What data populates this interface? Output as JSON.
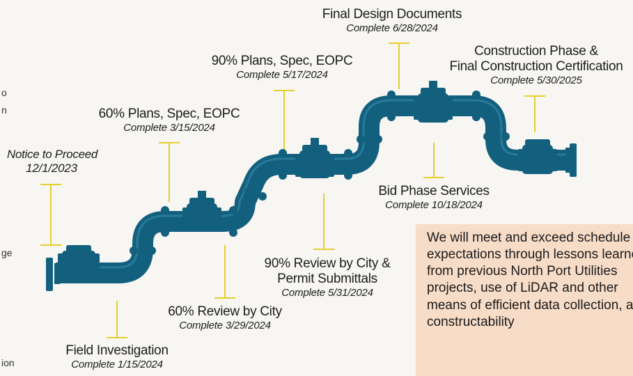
{
  "colors": {
    "pipe": "#13607e",
    "pipe_highlight": "#3c8fb0",
    "leader": "#e5cf2e",
    "callout_bg": "#f7dcc8"
  },
  "left_edge_fragments": [
    "o",
    "n",
    "ge",
    "ion"
  ],
  "milestones": [
    {
      "id": "notice",
      "title": "Notice to Proceed",
      "date": "12/1/2023"
    },
    {
      "id": "field",
      "title": "Field Investigation",
      "date": "Complete 1/15/2024"
    },
    {
      "id": "p60",
      "title": "60% Plans, Spec, EOPC",
      "date": "Complete 3/15/2024"
    },
    {
      "id": "r60",
      "title": "60% Review by City",
      "date": "Complete 3/29/2024"
    },
    {
      "id": "p90",
      "title": "90% Plans, Spec, EOPC",
      "date": "Complete 5/17/2024"
    },
    {
      "id": "r90",
      "title": [
        "90% Review by City &",
        "Permit Submittals"
      ],
      "date": "Complete 5/31/2024"
    },
    {
      "id": "final",
      "title": "Final Design Documents",
      "date": "Complete 6/28/2024"
    },
    {
      "id": "bid",
      "title": "Bid Phase Services",
      "date": "Complete 10/18/2024"
    },
    {
      "id": "const",
      "title": [
        "Construction Phase &",
        "Final Construction Certification"
      ],
      "date": "Complete 5/30/2025"
    }
  ],
  "callout": {
    "text": "We will meet and exceed schedule expectations through lessons learned from previous North Port Utilities projects, use of LiDAR and other means of efficient data collection, and constructability"
  }
}
